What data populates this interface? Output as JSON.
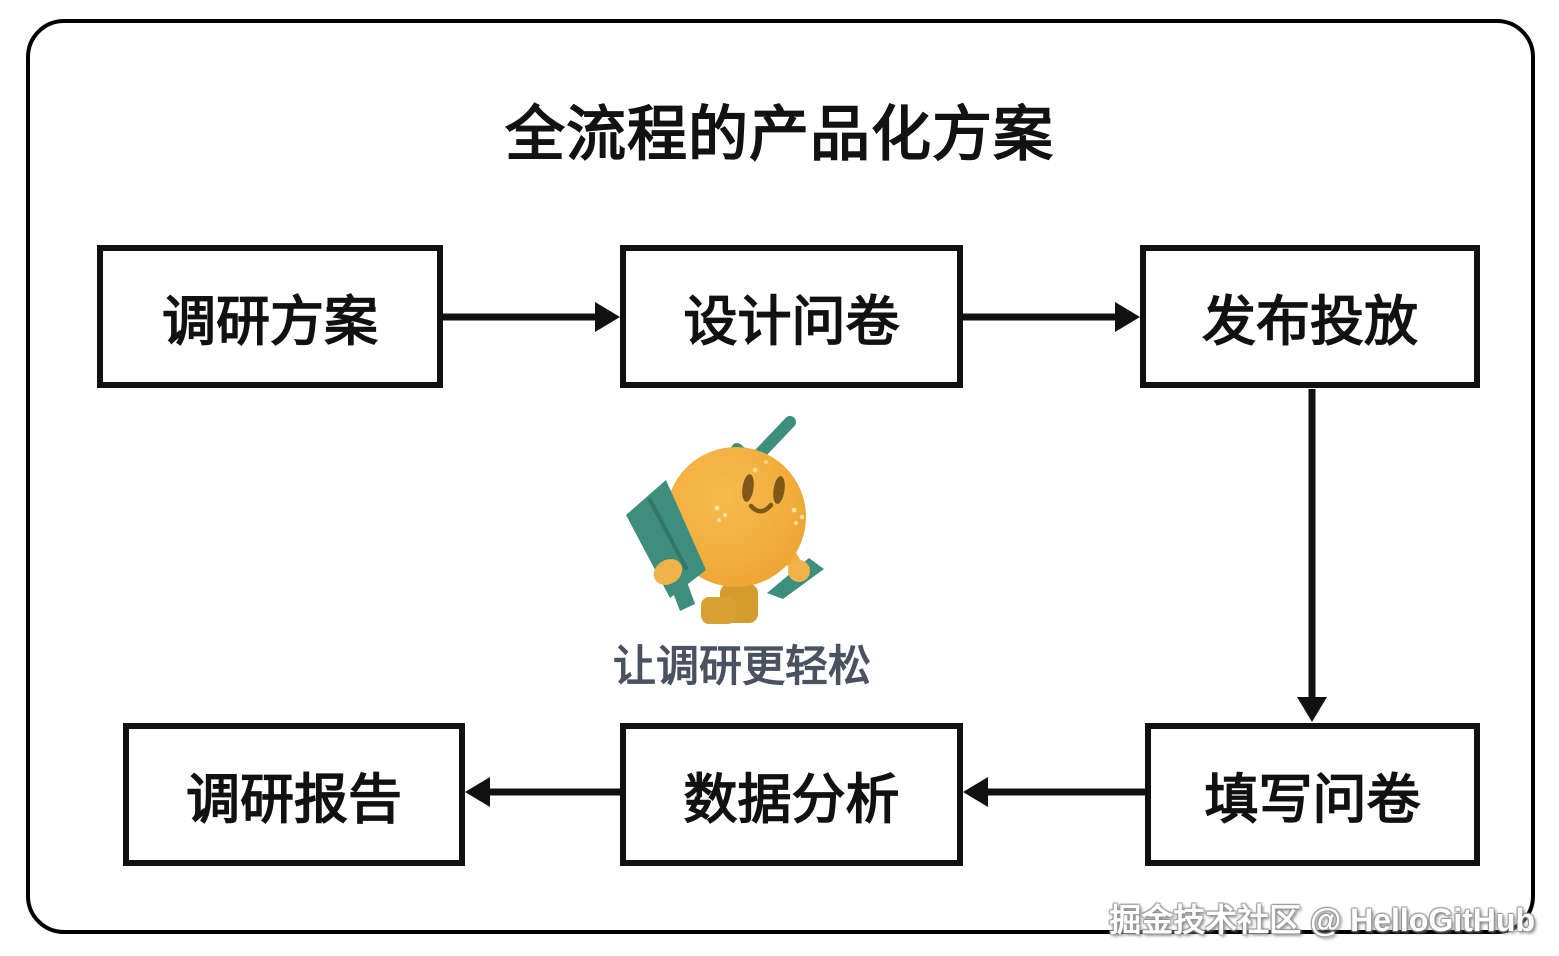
{
  "title": "全流程的产品化方案",
  "nodes": [
    {
      "id": "research-plan",
      "label": "调研方案"
    },
    {
      "id": "design-questionnaire",
      "label": "设计问卷"
    },
    {
      "id": "publish-distribute",
      "label": "发布投放"
    },
    {
      "id": "fill-questionnaire",
      "label": "填写问卷"
    },
    {
      "id": "data-analysis",
      "label": "数据分析"
    },
    {
      "id": "research-report",
      "label": "调研报告"
    }
  ],
  "edges": [
    {
      "from": "调研方案",
      "to": "设计问卷",
      "direction": "right"
    },
    {
      "from": "设计问卷",
      "to": "发布投放",
      "direction": "right"
    },
    {
      "from": "发布投放",
      "to": "填写问卷",
      "direction": "down"
    },
    {
      "from": "填写问卷",
      "to": "数据分析",
      "direction": "left"
    },
    {
      "from": "数据分析",
      "to": "调研报告",
      "direction": "left"
    }
  ],
  "mascot": {
    "description": "orange-character-with-sprout-holding-scroll-and-pen",
    "slogan": "让调研更轻松"
  },
  "watermark": "掘金技术社区 @ HelloGitHub",
  "colors": {
    "background": "#ffffff",
    "box_border": "#111111",
    "box_text": "#111111",
    "frame_border": "#000000",
    "slogan_text": "#4A5261",
    "mascot_orange": "#F2AE3C",
    "mascot_teal": "#3E8E7E",
    "mascot_boots": "#D49B2F",
    "mascot_face": "#7E5817",
    "watermark_text": "#ffffff"
  }
}
